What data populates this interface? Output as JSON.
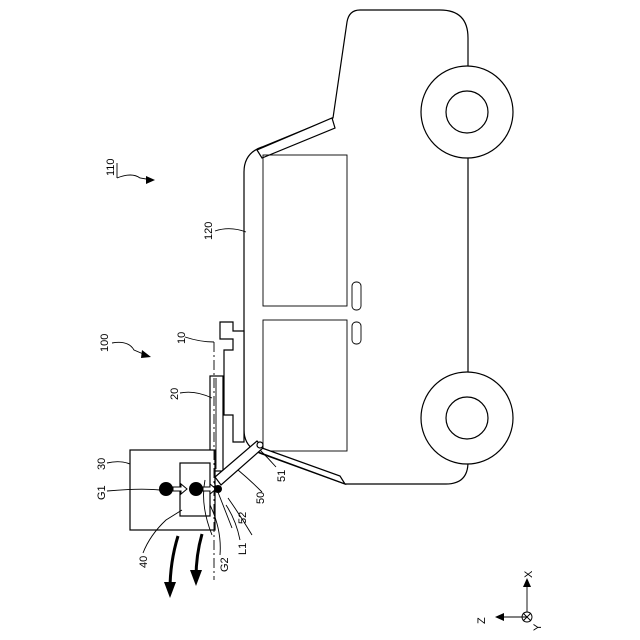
{
  "labels": {
    "system": "110",
    "apparatus": "100",
    "vehicle": "120",
    "part10": "10",
    "part20": "20",
    "part30": "30",
    "part40": "40",
    "part50": "50",
    "part51": "51",
    "part52": "52",
    "g1": "G1",
    "g2": "G2",
    "l1": "L1"
  },
  "axes": {
    "x": "X",
    "y": "Y",
    "z": "Z"
  }
}
